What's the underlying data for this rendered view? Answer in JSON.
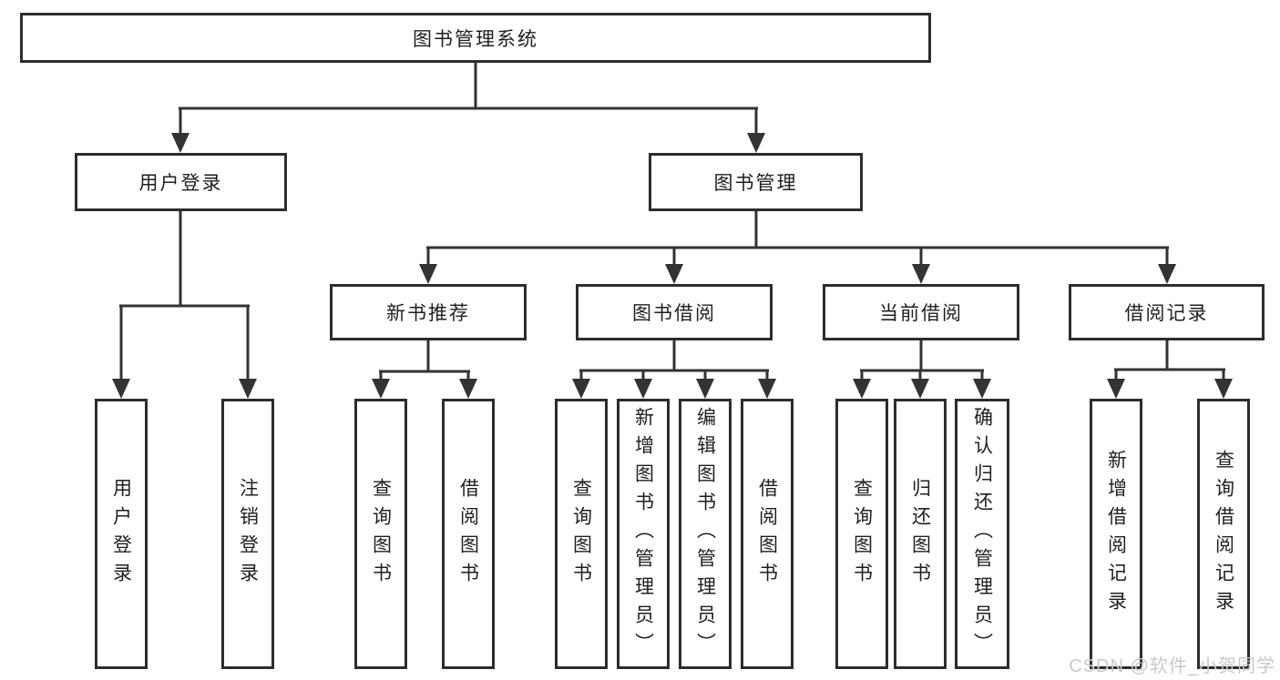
{
  "colors": {
    "line": "#333333",
    "box_border": "#2d2d2d",
    "text": "#1f1f1f",
    "watermark": "#c9c9c9",
    "background": "#ffffff"
  },
  "watermark": {
    "text": "CSDN @软件_小贺同学"
  },
  "diagram": {
    "root": {
      "label": "图书管理系统"
    },
    "branches": [
      {
        "label": "用户登录",
        "children": [
          {
            "label": "用户登录"
          },
          {
            "label": "注销登录"
          }
        ]
      },
      {
        "label": "图书管理",
        "children": [
          {
            "label": "新书推荐",
            "children": [
              {
                "label": "查询图书"
              },
              {
                "label": "借阅图书"
              }
            ]
          },
          {
            "label": "图书借阅",
            "children": [
              {
                "label": "查询图书"
              },
              {
                "label": "新增图书（管理员）"
              },
              {
                "label": "编辑图书（管理员）"
              },
              {
                "label": "借阅图书"
              }
            ]
          },
          {
            "label": "当前借阅",
            "children": [
              {
                "label": "查询图书"
              },
              {
                "label": "归还图书"
              },
              {
                "label": "确认归还（管理员）"
              }
            ]
          },
          {
            "label": "借阅记录",
            "children": [
              {
                "label": "新增借阅记录"
              },
              {
                "label": "查询借阅记录"
              }
            ]
          }
        ]
      }
    ]
  }
}
